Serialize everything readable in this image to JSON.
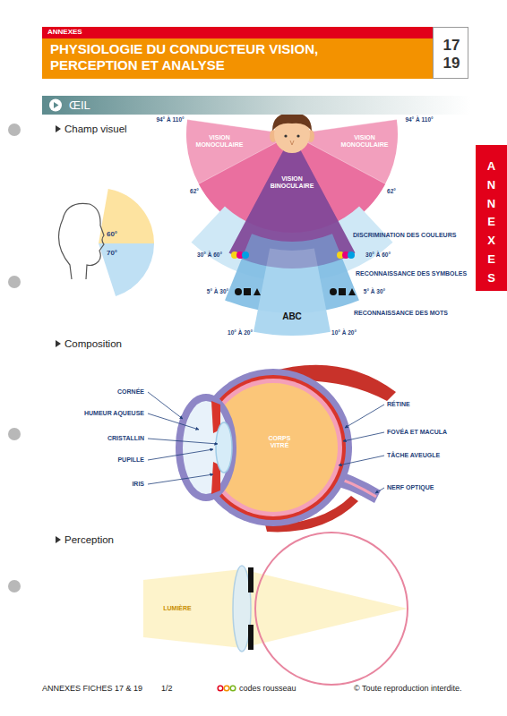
{
  "diagram": {
    "title": "PHYSIOLOGIE DU CONDUCTEUR VISION, PERCEPTION ET ANALYSE",
    "nodes": [
      {
        "text": [
          "ANNEXES"
        ]
      },
      {
        "text": [
          "17 19"
        ]
      },
      {
        "text": [
          "ŒIL"
        ]
      },
      {
        "text": [
          "ANNEXES"
        ]
      }
    ],
    "labels": [
      "Champ visuel",
      "94° À 110°",
      "94° À 110°",
      "VISION MONOCULAIRE",
      "VISION MONOCULAIRE",
      "VISION BINOCULAIRE",
      "62°",
      "62°",
      "60°",
      "70°",
      "DISCRIMINATION DES COULEURS",
      "30° À 60°",
      "30° À 60°",
      "RECONNAISSANCE DES SYMBOLES",
      "5° À 30°",
      "5° À 30°",
      "ABC",
      "RECONNAISSANCE DES MOTS",
      "10° À 20°",
      "10° À 20°",
      "Composition",
      "CORNÉE",
      "HUMEUR AQUEUSE",
      "CRISTALLIN",
      "PUPILLE",
      "IRIS",
      "CORPS VITRÉ",
      "RÉTINE",
      "FOVÉA ET MACULA",
      "TÂCHE AVEUGLE",
      "NERF OPTIQUE",
      "Perception",
      "LUMIÈRE",
      "ANNEXES FICHES 17 & 19",
      "1/2",
      "codes rousseau",
      "© Toute reproduction interdite."
    ]
  }
}
